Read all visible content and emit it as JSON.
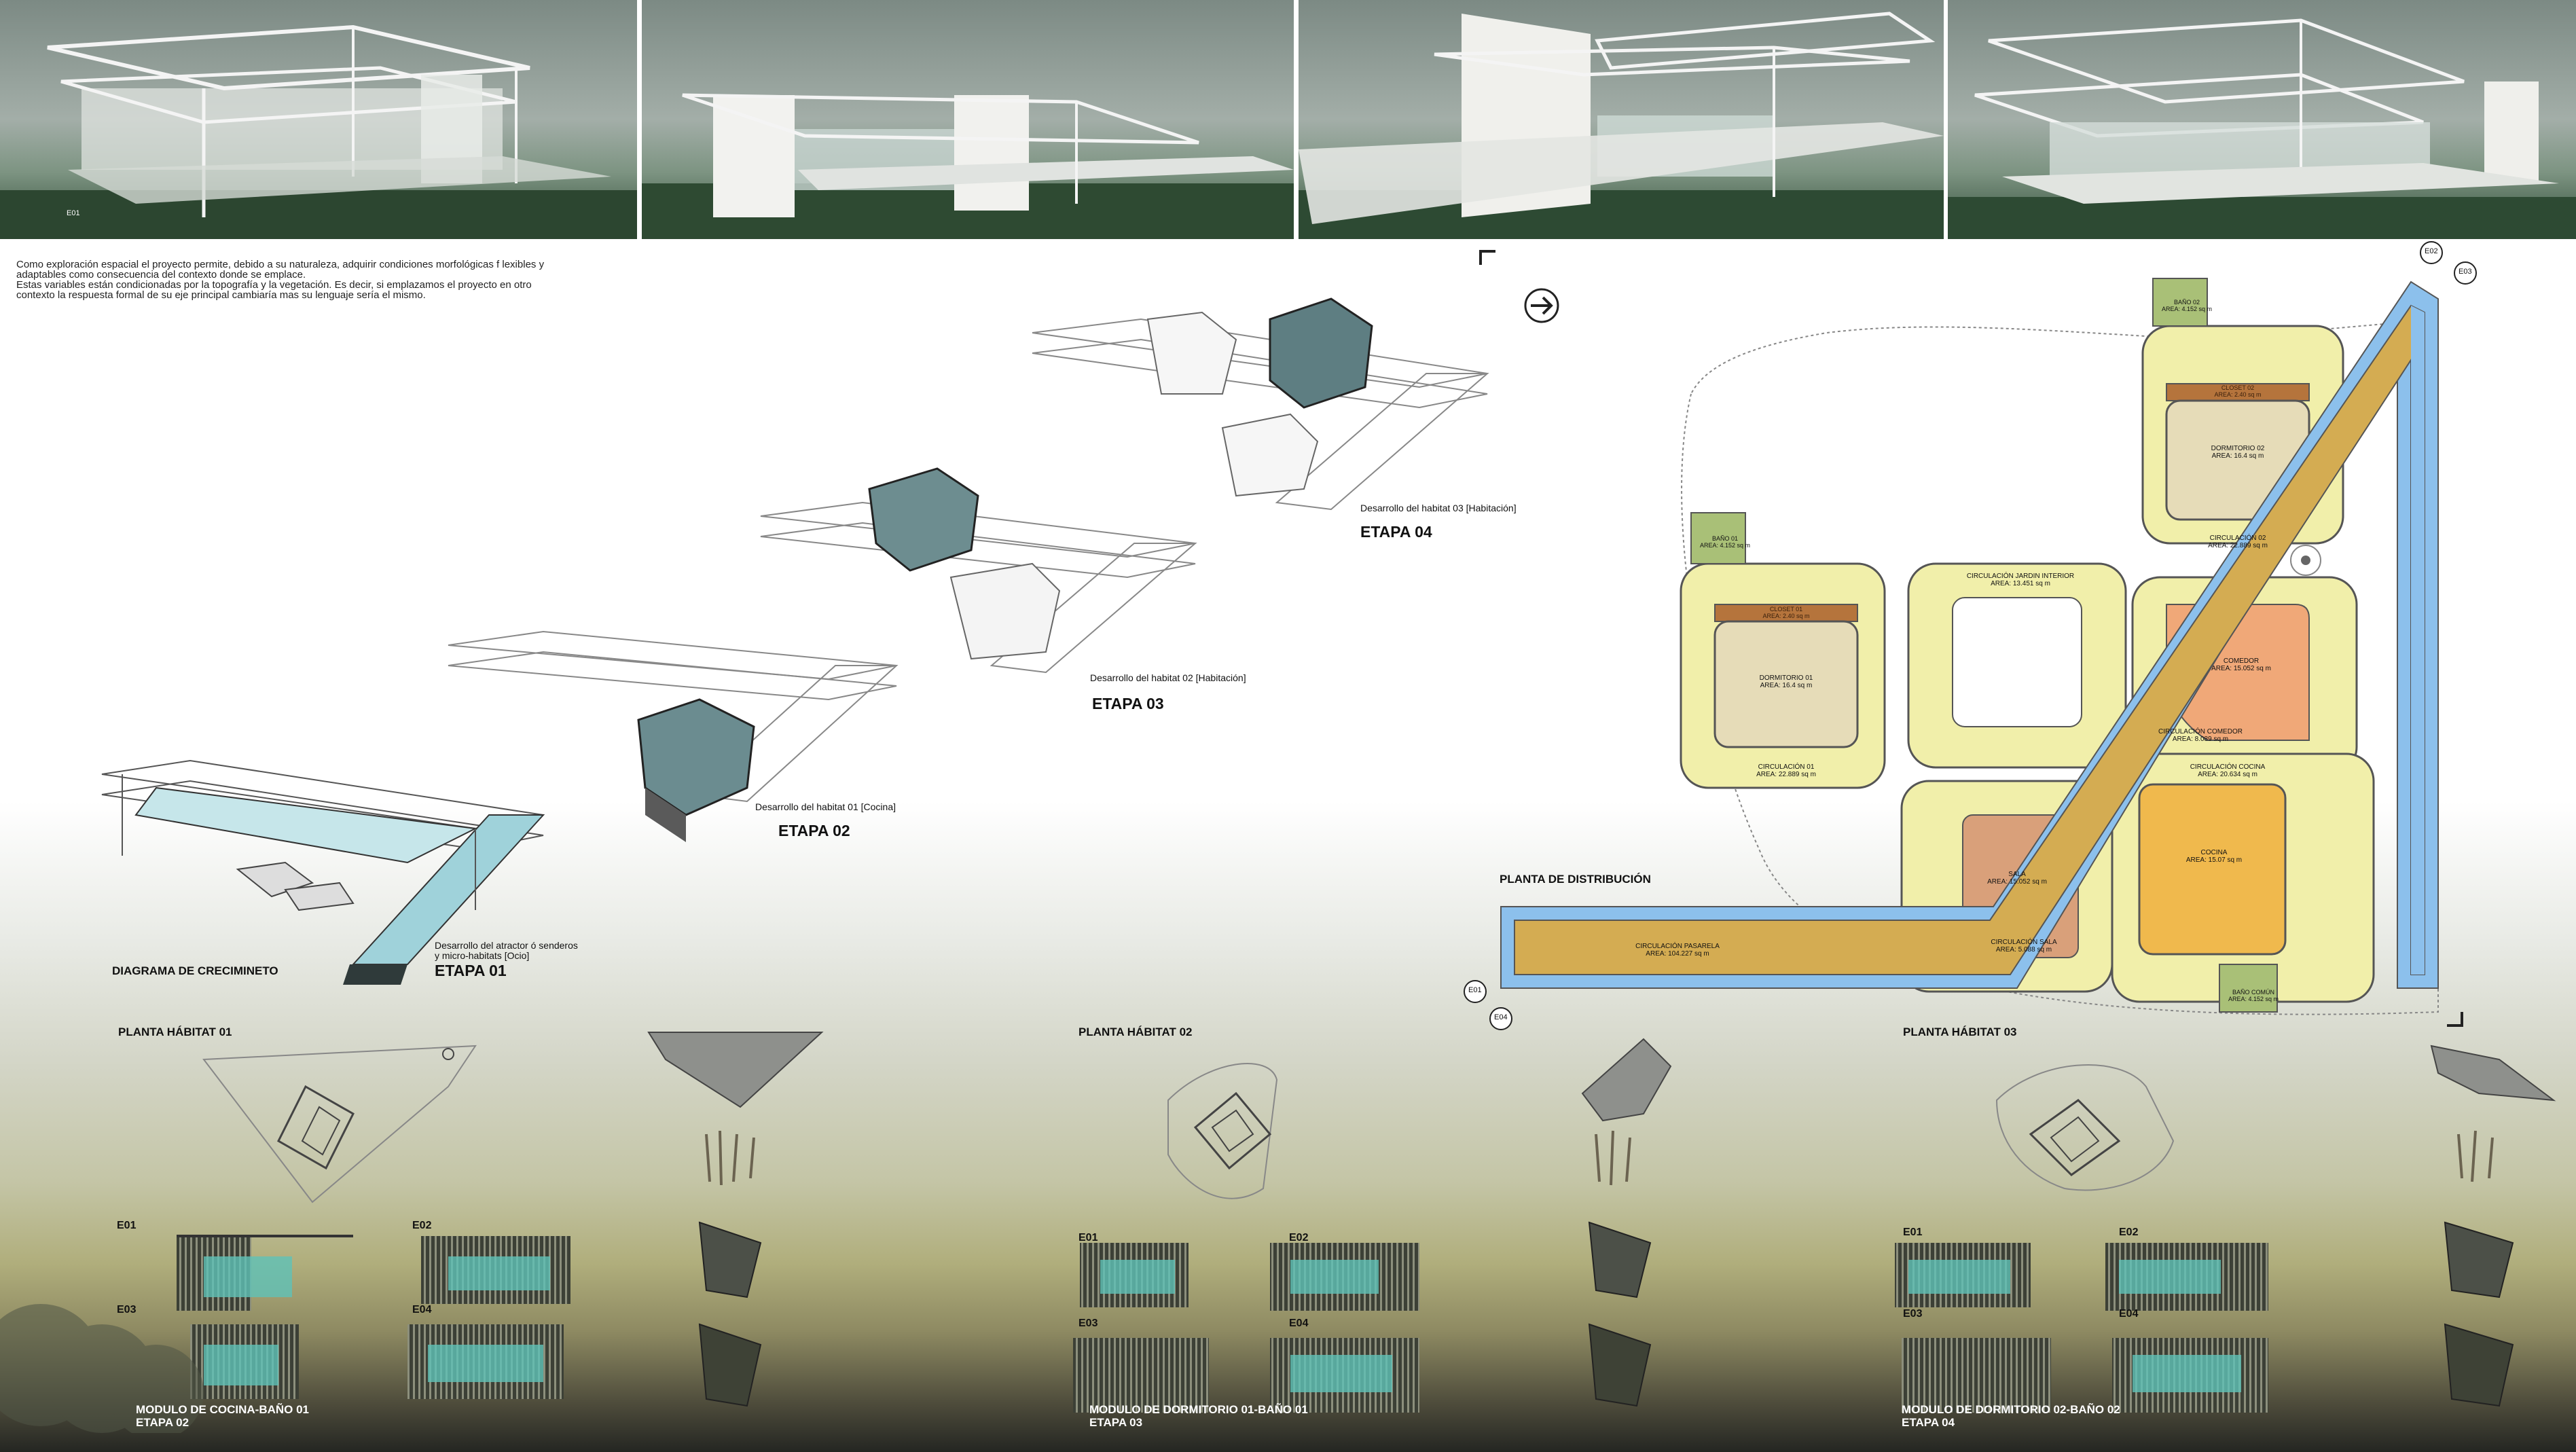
{
  "intro": {
    "line1": "Como exploración espacial el proyecto permite, debido a su naturaleza, adquirir condiciones morfológicas f lexibles y",
    "line2": "adaptables como consecuencia del contexto donde se emplace.",
    "line3": "Estas variables están condicionadas por la topografía y la vegetación. Es decir, si emplazamos el proyecto en otro",
    "line4": "contexto la respuesta formal de su eje principal cambiaría mas su lenguaje sería el mismo."
  },
  "render_label": "E01",
  "diagram": {
    "title": "DIAGRAMA DE CRECIMINETO",
    "stage01": {
      "desc1": "Desarrollo del atractor ó senderos",
      "desc2": "y micro-habitats [Ocio]",
      "label": "ETAPA 01"
    },
    "stage02": {
      "desc": "Desarrollo del habitat 01 [Cocina]",
      "label": "ETAPA 02"
    },
    "stage03": {
      "desc": "Desarrollo del habitat 02 [Habitación]",
      "label": "ETAPA 03"
    },
    "stage04": {
      "desc": "Desarrollo del habitat 03 [Habitación]",
      "label": "ETAPA 04"
    }
  },
  "plan": {
    "title": "PLANTA DE DISTRIBUCIÓN",
    "e01": "E01",
    "e02": "E02",
    "e03": "E03",
    "e04": "E04",
    "bano02": {
      "name": "BAÑO 02",
      "area": "AREA: 4.152 sq m"
    },
    "closet02": {
      "name": "CLOSET 02",
      "area": "AREA: 2.40 sq m"
    },
    "dorm02": {
      "name": "DORMITORIO 02",
      "area": "AREA: 16.4 sq m"
    },
    "circ02": {
      "name": "CIRCULACIÓN 02",
      "area": "AREA: 22.889 sq m"
    },
    "bano01": {
      "name": "BAÑO 01",
      "area": "AREA: 4.152 sq m"
    },
    "closet01": {
      "name": "CLOSET 01",
      "area": "AREA: 2.40 sq m"
    },
    "dorm01": {
      "name": "DORMITORIO 01",
      "area": "AREA: 16.4 sq m"
    },
    "circ01": {
      "name": "CIRCULACIÓN 01",
      "area": "AREA: 22.889 sq m"
    },
    "circjardin": {
      "name": "CIRCULACIÓN JARDIN INTERIOR",
      "area": "AREA: 13.451 sq m"
    },
    "comedor": {
      "name": "COMEDOR",
      "area": "AREA: 15.052 sq m"
    },
    "circcomedor": {
      "name": "CIRCULACIÓN COMEDOR",
      "area": "AREA: 8.089 sq m"
    },
    "circcocina": {
      "name": "CIRCULACIÓN COCINA",
      "area": "AREA: 20.634 sq m"
    },
    "cocina": {
      "name": "COCINA",
      "area": "AREA: 15.07 sq m"
    },
    "sala": {
      "name": "SALA",
      "area": "AREA: 15.052 sq m"
    },
    "circsala": {
      "name": "CIRCULACIÓN SALA",
      "area": "AREA: 5.088 sq m"
    },
    "circpasarela": {
      "name": "CIRCULACIÓN PASARELA",
      "area": "AREA: 104.227 sq m"
    },
    "banocomun": {
      "name": "BAÑO COMÚN",
      "area": "AREA: 4.152 sq m"
    }
  },
  "habitats": {
    "h01": "PLANTA HÁBITAT 01",
    "h02": "PLANTA HÁBITAT 02",
    "h03": "PLANTA HÁBITAT 03"
  },
  "elevations": {
    "e01": "E01",
    "e02": "E02",
    "e03": "E03",
    "e04": "E04"
  },
  "modules": {
    "m1a": "MODULO DE COCINA-BAÑO 01",
    "m1b": "ETAPA 02",
    "m2a": "MODULO DE DORMITORIO 01-BAÑO 01",
    "m2b": "ETAPA 03",
    "m3a": "MODULO DE DORMITORIO 02-BAÑO 02",
    "m3b": "ETAPA 04"
  },
  "colors": {
    "circulation": "#f1efaa",
    "walkway": "#d4ac52",
    "water": "#8cc0ec",
    "dorm": "#e6dcb8",
    "comedor": "#f0a878",
    "cocina": "#f0b94d",
    "sala": "#d9a07a",
    "bath": "#a9c077",
    "closet": "#b5743c"
  }
}
